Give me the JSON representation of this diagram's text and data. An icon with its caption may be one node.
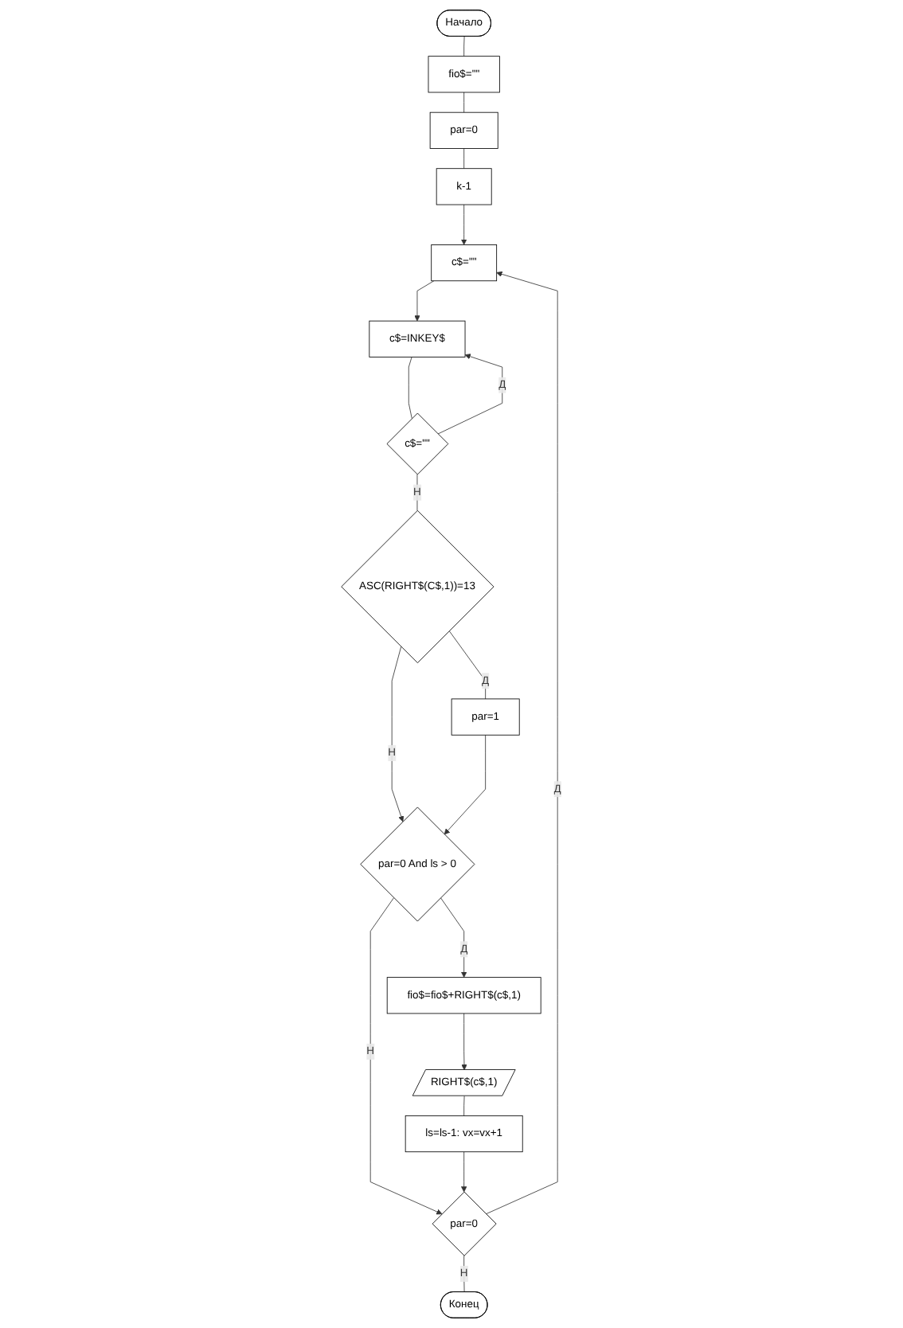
{
  "diagram": {
    "nodes": [
      {
        "text": [
          "Начало"
        ]
      },
      {
        "text": [
          "fio$=\"\""
        ]
      },
      {
        "text": [
          "par=0"
        ]
      },
      {
        "text": [
          "k-1"
        ]
      },
      {
        "text": [
          "c$=\"\""
        ]
      },
      {
        "text": [
          "c$=INKEY$"
        ]
      },
      {
        "text": [
          "c$=\"\""
        ]
      },
      {
        "text": [
          "ASC(RIGHT$(C$,1))=13"
        ]
      },
      {
        "text": [
          "par=1"
        ]
      },
      {
        "text": [
          "par=0 And ls > 0"
        ]
      },
      {
        "text": [
          "fio$=fio$+RIGHT$(c$,1)"
        ]
      },
      {
        "text": [
          "RIGHT$(c$,1)"
        ]
      },
      {
        "text": [
          "ls=ls-1: vx=vx+1"
        ]
      },
      {
        "text": [
          "par=0"
        ]
      },
      {
        "text": [
          "Конец"
        ]
      }
    ],
    "edges": [
      {
        "from": 0,
        "to": 1,
        "arrow": "none"
      },
      {
        "from": 1,
        "to": 2,
        "arrow": "none"
      },
      {
        "from": 2,
        "to": 3,
        "arrow": "none"
      },
      {
        "from": 3,
        "to": 4,
        "arrow": "to"
      },
      {
        "from": 4,
        "to": 5,
        "arrow": "to"
      },
      {
        "from": 5,
        "to": 6,
        "arrow": "none"
      },
      {
        "from": 6,
        "to": 5,
        "arrow": "to",
        "label": "Д"
      },
      {
        "from": 6,
        "to": 7,
        "arrow": "none",
        "label": "Н"
      },
      {
        "from": 7,
        "to": 8,
        "arrow": "none",
        "label": "Д"
      },
      {
        "from": 7,
        "to": 9,
        "arrow": "to",
        "label": "Н"
      },
      {
        "from": 8,
        "to": 9,
        "arrow": "to"
      },
      {
        "from": 9,
        "to": 10,
        "arrow": "to",
        "label": "Д"
      },
      {
        "from": 9,
        "to": 13,
        "arrow": "to",
        "label": "Н"
      },
      {
        "from": 10,
        "to": 11,
        "arrow": "to"
      },
      {
        "from": 11,
        "to": 12,
        "arrow": "none"
      },
      {
        "from": 12,
        "to": 13,
        "arrow": "to"
      },
      {
        "from": 13,
        "to": 4,
        "arrow": "to",
        "label": "Д"
      },
      {
        "from": 13,
        "to": 14,
        "arrow": "none",
        "label": "Н"
      }
    ]
  }
}
